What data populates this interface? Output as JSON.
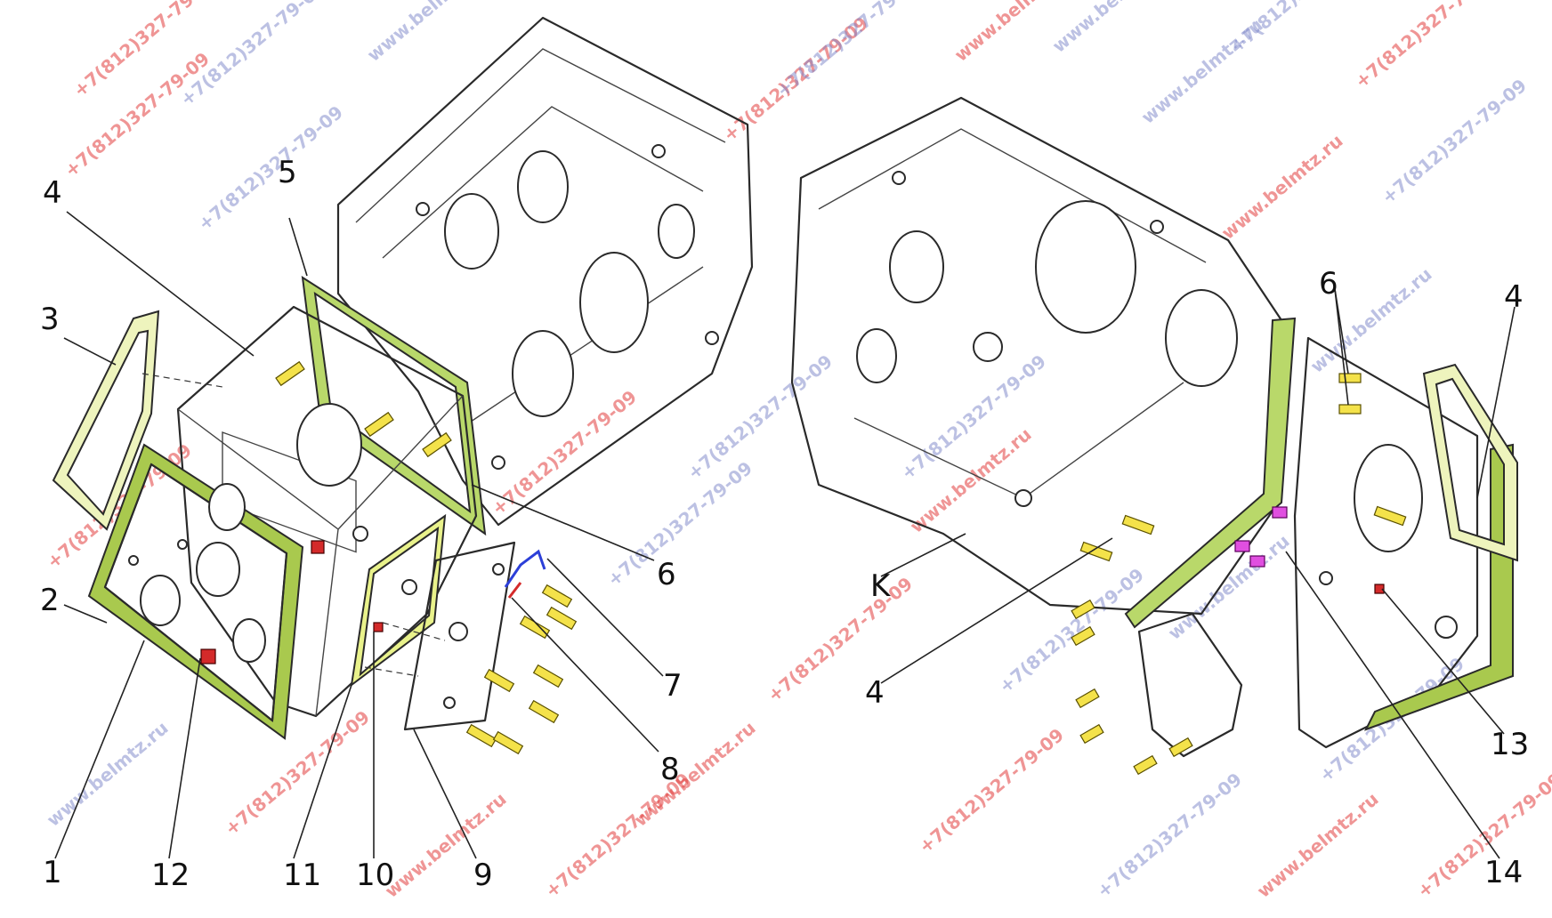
{
  "watermark": {
    "site": "www.belmtz.ru",
    "phone": "+7(812)327-79-09",
    "red": "#e2403f",
    "blue": "#7c84c8"
  },
  "colors": {
    "gasket": "#b9d86a",
    "cover": "#eeaaa4",
    "bolt": "#f4e24a",
    "bolt_magenta": "#e04fe0",
    "plug": "#d42a2a",
    "wire": "#2c3fd8"
  },
  "callouts": {
    "left": [
      "1",
      "2",
      "3",
      "4",
      "5",
      "6",
      "7",
      "8",
      "9",
      "10",
      "11",
      "12"
    ],
    "right": [
      "4",
      "4",
      "6",
      "13",
      "14",
      "K"
    ]
  }
}
